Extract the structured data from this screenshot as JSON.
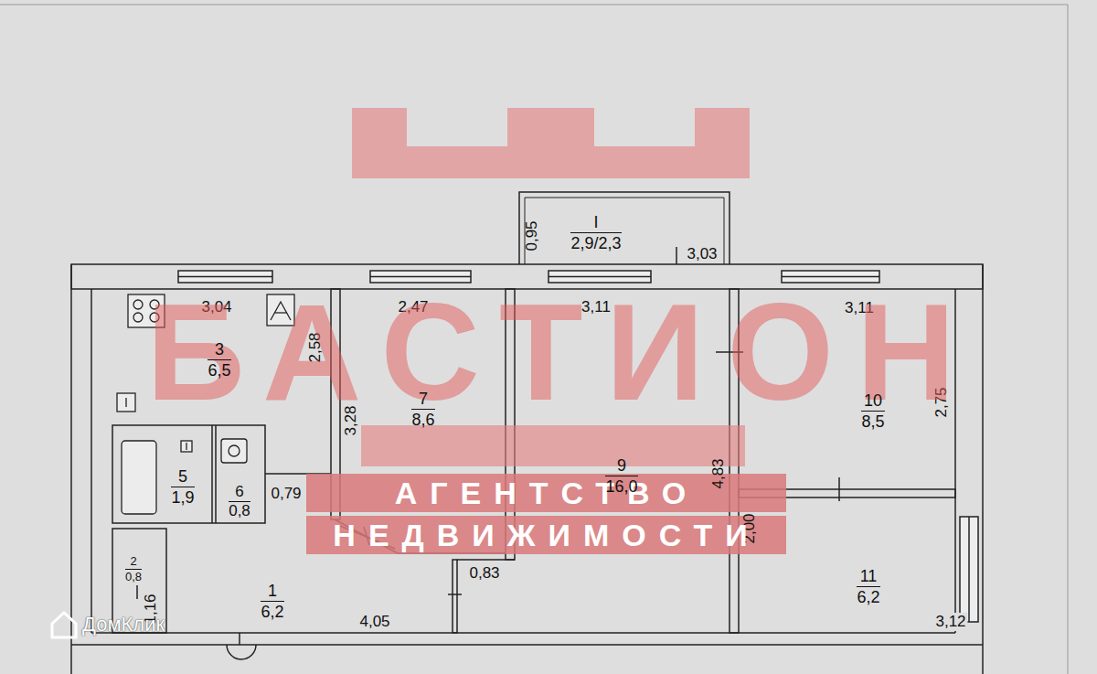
{
  "diagram": {
    "nodes": [
      {
        "text": [
          "I",
          "2,9/2,3"
        ]
      },
      {
        "text": [
          "3",
          "6,5"
        ]
      },
      {
        "text": [
          "7",
          "8,6"
        ]
      },
      {
        "text": [
          "10",
          "8,5"
        ]
      },
      {
        "text": [
          "9",
          "16,0"
        ]
      },
      {
        "text": [
          "5",
          "1,9"
        ]
      },
      {
        "text": [
          "6",
          "0,8"
        ]
      },
      {
        "text": [
          "2",
          "0,8"
        ]
      },
      {
        "text": [
          "11",
          "6,2"
        ]
      },
      {
        "text": [
          "1",
          "6,2"
        ]
      }
    ],
    "labels": [
      "0,95",
      "3,03",
      "3,04",
      "2,47",
      "3,11",
      "3,11",
      "2,58",
      "3,28",
      "2,75",
      "4,83",
      "0,79",
      "1,16",
      "2,00",
      "0,83",
      "4,05",
      "3,12",
      "БАСТИОН",
      "АГЕНТСТВО НЕДВИЖИМОСТИ",
      "ДомКлик"
    ]
  }
}
